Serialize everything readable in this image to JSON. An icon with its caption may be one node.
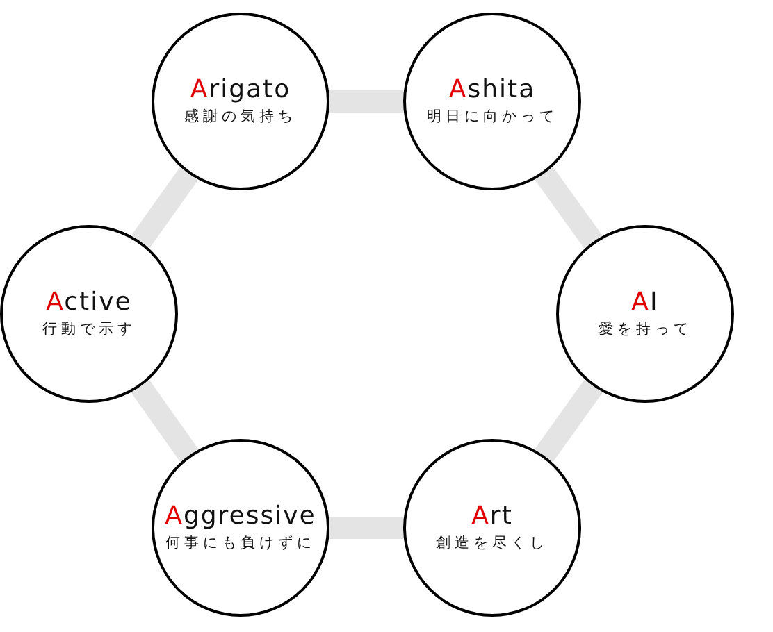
{
  "diagram": {
    "nodes": [
      {
        "text": [
          "Arigato",
          "感謝の気持ち"
        ]
      },
      {
        "text": [
          "Ashita",
          "明日に向かって"
        ]
      },
      {
        "text": [
          "Active",
          "行動で示す"
        ]
      },
      {
        "text": [
          "AI",
          "愛を持って"
        ]
      },
      {
        "text": [
          "Aggressive",
          "何事にも負けずに"
        ]
      },
      {
        "text": [
          "Art",
          "創造を尽くし"
        ]
      }
    ],
    "edges": [
      {
        "from": 0,
        "to": 1,
        "arrow": "none"
      },
      {
        "from": 1,
        "to": 3,
        "arrow": "none"
      },
      {
        "from": 3,
        "to": 5,
        "arrow": "none"
      },
      {
        "from": 5,
        "to": 4,
        "arrow": "none"
      },
      {
        "from": 4,
        "to": 2,
        "arrow": "none"
      },
      {
        "from": 2,
        "to": 0,
        "arrow": "none"
      }
    ]
  }
}
